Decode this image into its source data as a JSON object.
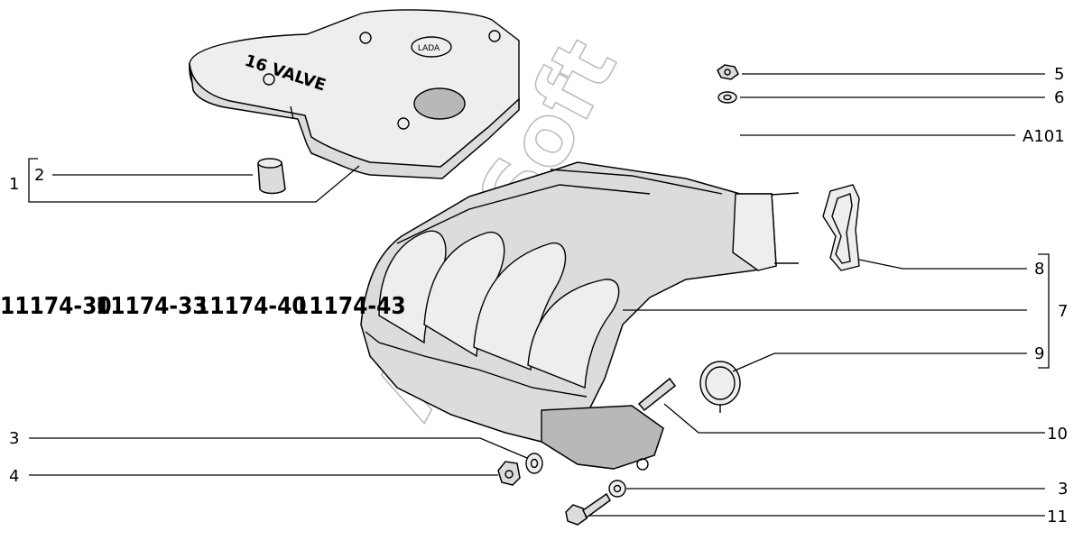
{
  "diagram": {
    "cover_text": "16 VALVE",
    "watermark": "AutoSoft",
    "models": [
      "11174-30",
      "11174-33",
      "11174-40",
      "11174-43"
    ],
    "callouts": {
      "c1": "1",
      "c2": "2",
      "c3_left": "3",
      "c4": "4",
      "c5": "5",
      "c6": "6",
      "ca101": "A101",
      "c8": "8",
      "c7": "7",
      "c9": "9",
      "c10": "10",
      "c3_right": "3",
      "c11": "11"
    }
  }
}
